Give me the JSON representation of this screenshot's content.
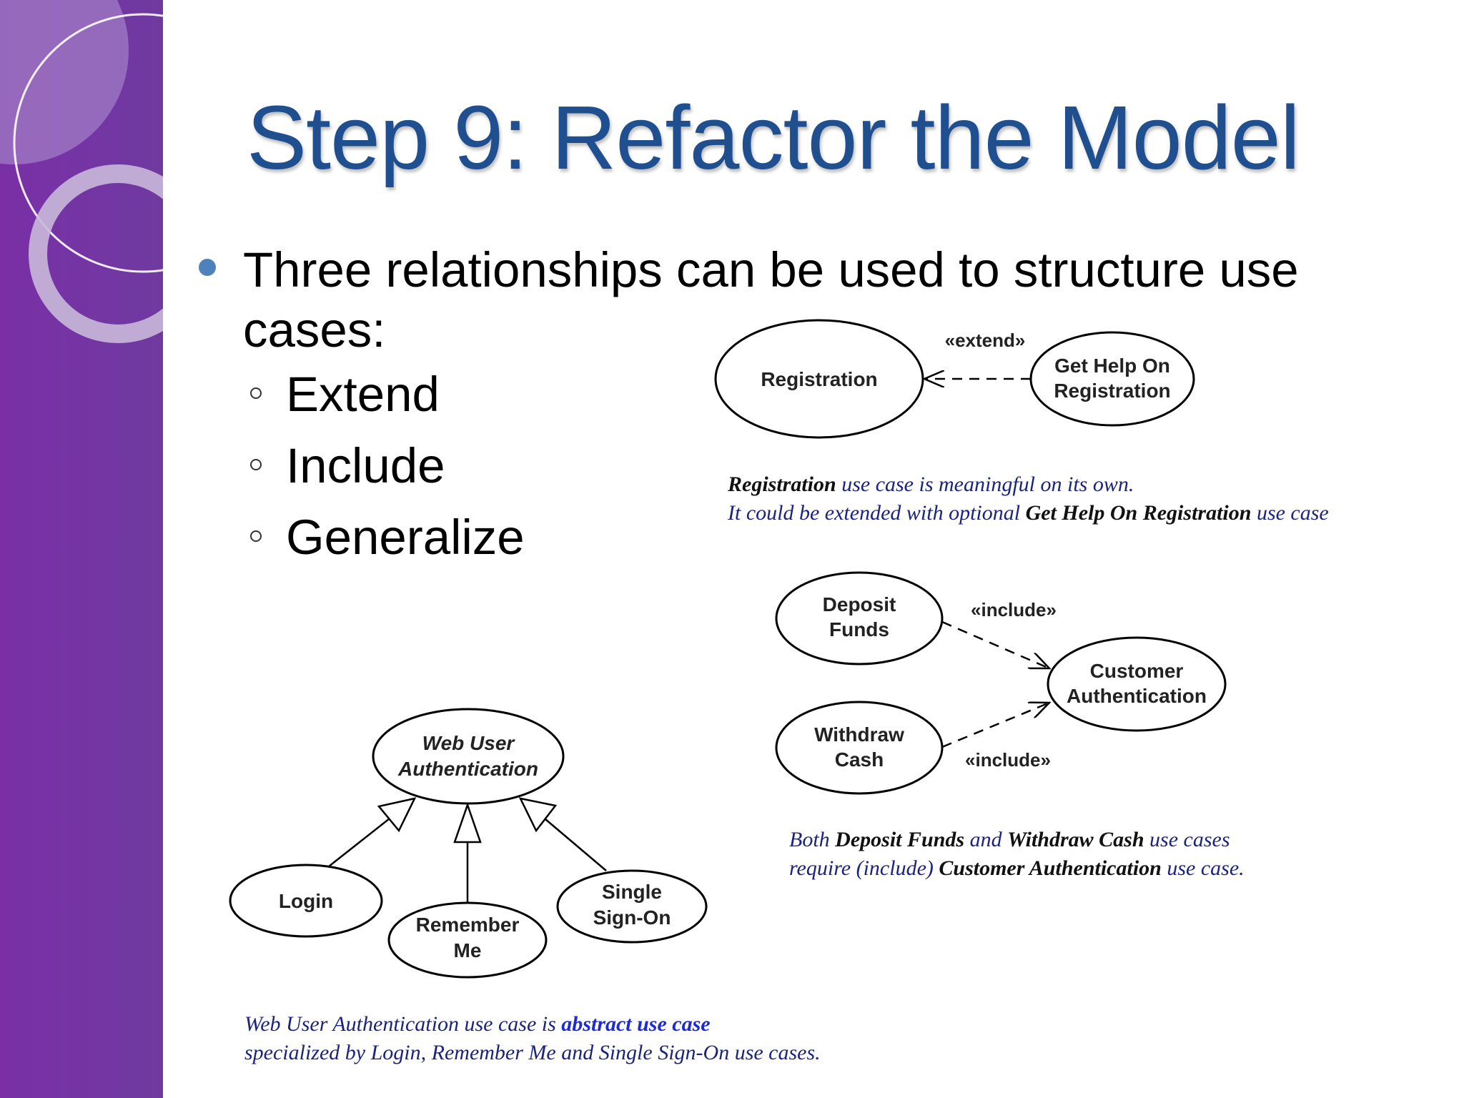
{
  "slide": {
    "title": "Step 9: Refactor the Model",
    "bullet": "Three relationships can be used to structure use cases:",
    "sub_items": [
      "Extend",
      "Include",
      "Generalize"
    ]
  },
  "extend_diagram": {
    "base": "Registration",
    "extension": [
      "Get Help On",
      "Registration"
    ],
    "stereotype": "«extend»",
    "caption": {
      "line1_bold": "Registration",
      "line1_rest": " use case is meaningful on its own.",
      "line2_pre": "It could be extended with optional ",
      "line2_bold": "Get Help On Registration",
      "line2_post": " use case"
    }
  },
  "include_diagram": {
    "uc1": [
      "Deposit",
      "Funds"
    ],
    "uc2": [
      "Withdraw",
      "Cash"
    ],
    "target": [
      "Customer",
      "Authentication"
    ],
    "stereotype_top": "«include»",
    "stereotype_bottom": "«include»",
    "caption": {
      "l1_pre": "Both ",
      "l1_b1": "Deposit Funds",
      "l1_mid": " and ",
      "l1_b2": "Withdraw Cash",
      "l1_post": " use cases",
      "l2_pre": "require (include) ",
      "l2_b": "Customer Authentication",
      "l2_post": " use case."
    }
  },
  "generalize_diagram": {
    "parent": [
      "Web User",
      "Authentication"
    ],
    "child1": "Login",
    "child2": [
      "Remember",
      "Me"
    ],
    "child3": [
      "Single",
      "Sign-On"
    ],
    "caption": {
      "l1_pre": "Web User Authentication use case is ",
      "l1_b": "abstract use case",
      "l2": "specialized by Login, Remember Me and Single Sign-On use cases."
    }
  },
  "colors": {
    "title": "#1f4f8f",
    "sidebar": "#7336a3",
    "bullet": "#4f81bd",
    "caption": "#1a237e",
    "caption_highlight": "#1d2bd6"
  }
}
